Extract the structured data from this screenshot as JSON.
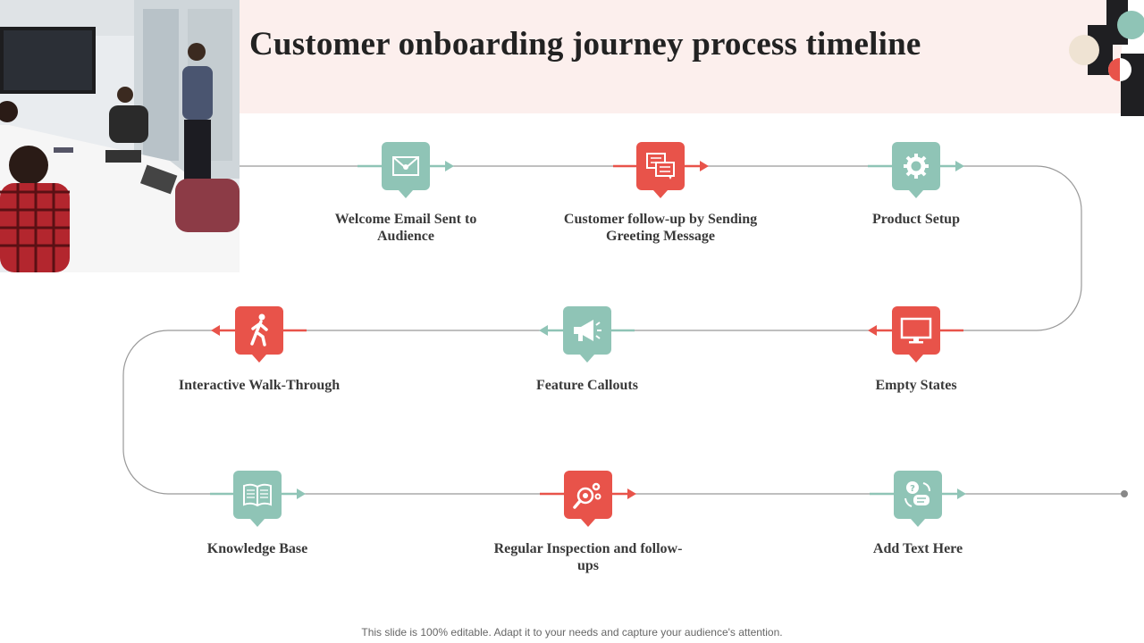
{
  "slide": {
    "title": "Customer onboarding journey process timeline",
    "footer": "This slide is 100% editable. Adapt it to your needs and capture your audience's attention."
  },
  "colors": {
    "teal": "#8fc4b6",
    "red": "#e8534a",
    "line": "#999999",
    "header_bg": "#fcefed"
  },
  "steps": [
    {
      "label": "Welcome Email Sent to Audience",
      "icon": "envelope-icon",
      "color": "teal"
    },
    {
      "label": "Customer follow-up by Sending Greeting Message",
      "icon": "chat-bubbles-icon",
      "color": "red"
    },
    {
      "label": "Product Setup",
      "icon": "gear-icon",
      "color": "teal"
    },
    {
      "label": "Empty States",
      "icon": "monitor-icon",
      "color": "red"
    },
    {
      "label": "Feature Callouts",
      "icon": "megaphone-icon",
      "color": "teal"
    },
    {
      "label": "Interactive Walk-Through",
      "icon": "walking-person-icon",
      "color": "red"
    },
    {
      "label": "Knowledge Base",
      "icon": "open-book-icon",
      "color": "teal"
    },
    {
      "label": "Regular Inspection and follow-ups",
      "icon": "magnifier-gears-icon",
      "color": "red"
    },
    {
      "label": "Add Text Here",
      "icon": "speech-bubbles-icon",
      "color": "teal"
    }
  ]
}
